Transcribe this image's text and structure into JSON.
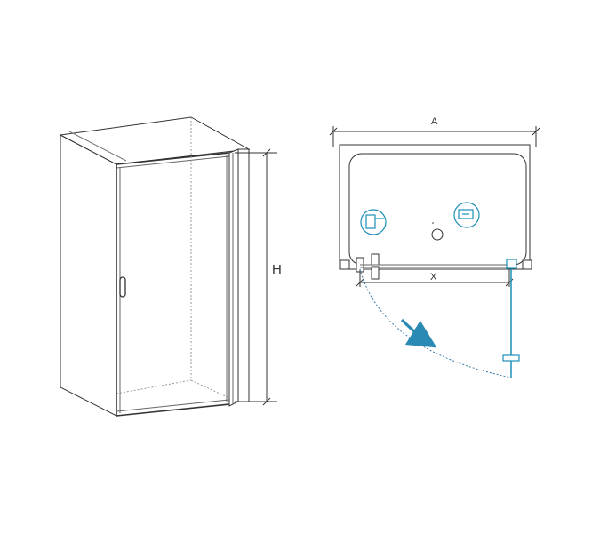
{
  "figure": {
    "shower_view": {
      "height_label": "H"
    },
    "plan_view": {
      "width_label": "A",
      "door_width_label": "X"
    },
    "colors": {
      "line": "#333333",
      "blue": "#1c8fb8",
      "arrow": "#2a8ab3",
      "arc": "#3f7ea7"
    }
  }
}
